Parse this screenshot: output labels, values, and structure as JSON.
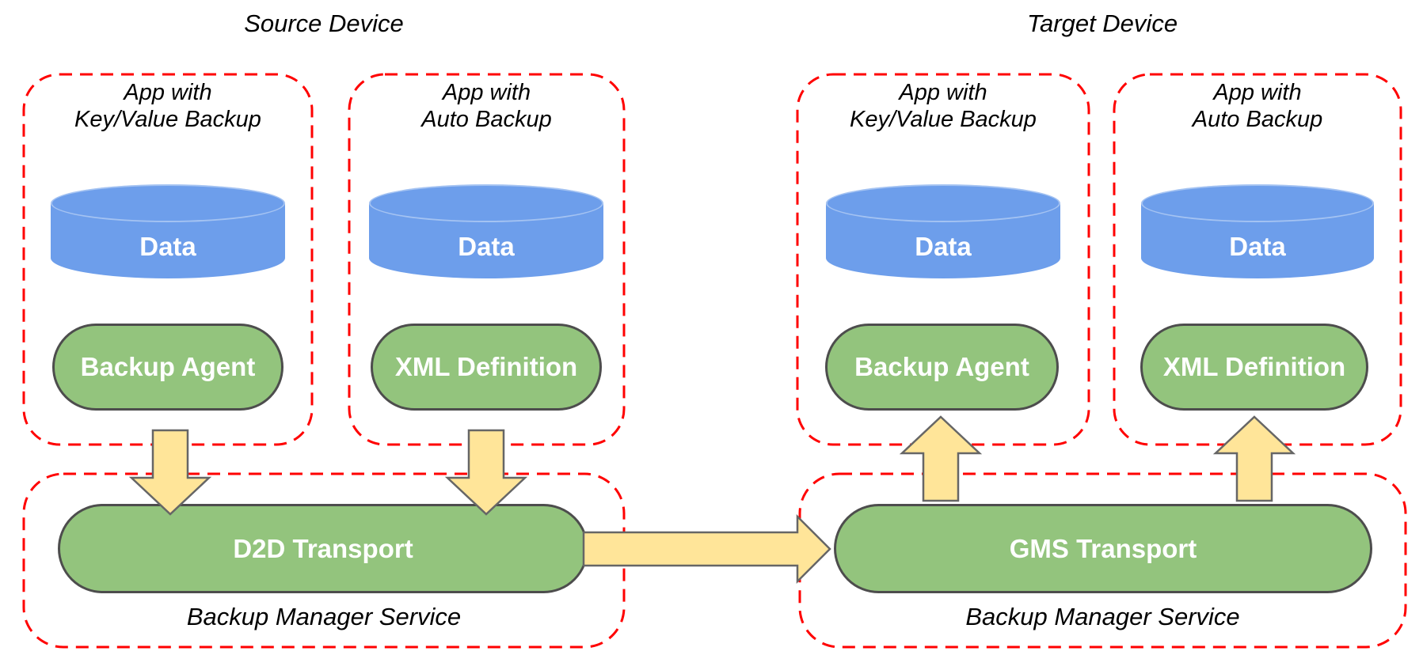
{
  "titles": {
    "source": "Source Device",
    "target": "Target Device"
  },
  "devices": {
    "source": {
      "apps": [
        {
          "line1": "App with",
          "line2": "Key/Value Backup",
          "data_store": "Data",
          "component": "Backup Agent"
        },
        {
          "line1": "App with",
          "line2": "Auto Backup",
          "data_store": "Data",
          "component": "XML Definition"
        }
      ],
      "service": {
        "transport": "D2D Transport",
        "label": "Backup Manager Service"
      }
    },
    "target": {
      "apps": [
        {
          "line1": "App with",
          "line2": "Key/Value Backup",
          "data_store": "Data",
          "component": "Backup Agent"
        },
        {
          "line1": "App with",
          "line2": "Auto Backup",
          "data_store": "Data",
          "component": "XML Definition"
        }
      ],
      "service": {
        "transport": "GMS Transport",
        "label": "Backup Manager Service"
      }
    }
  },
  "colors": {
    "dash-red": "#ff0000",
    "cylinder-blue": "#6D9EEB",
    "pill-green": "#93C47D",
    "pill-border": "#4d4d4d",
    "arrow-yellow": "#FFE599",
    "arrow-border": "#666666",
    "label-black": "#000000",
    "text-white": "#ffffff",
    "bg": "#ffffff"
  }
}
